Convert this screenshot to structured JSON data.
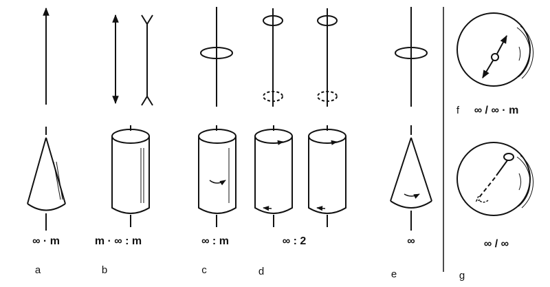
{
  "symbols": {
    "a": "∞ · m",
    "b": "m · ∞ : m",
    "c": "∞ : m",
    "d": "∞ : 2",
    "e": "∞",
    "f": "∞ / ∞ · m",
    "g": "∞ / ∞"
  },
  "letters": {
    "a": "a",
    "b": "b",
    "c": "c",
    "d": "d",
    "e": "e",
    "f": "f",
    "g": "g"
  }
}
